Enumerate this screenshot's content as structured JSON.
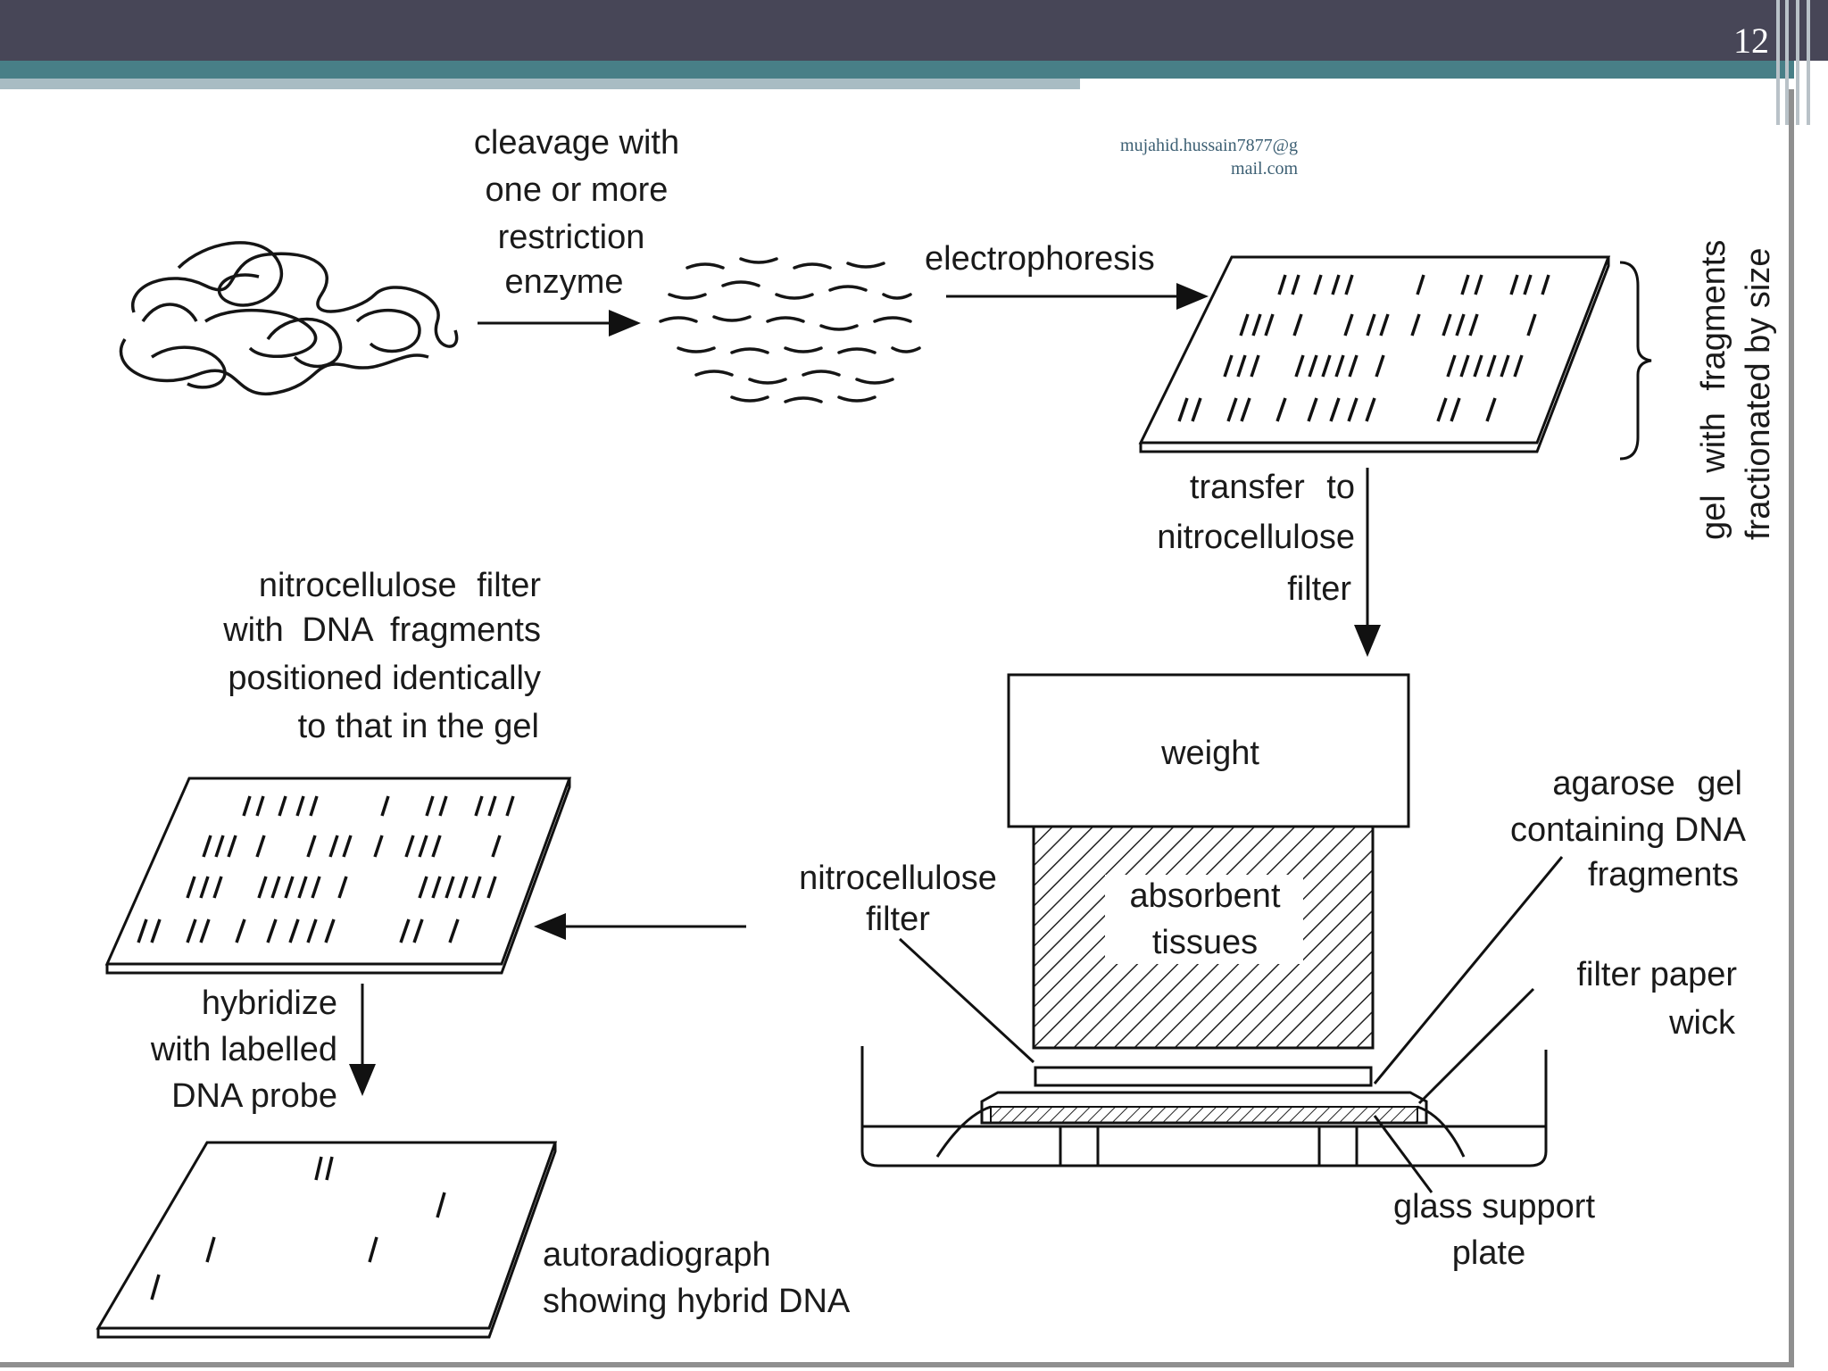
{
  "slide": {
    "number": "12",
    "email_line1": "mujahid.hussain7877@g",
    "email_line2": "mail.com",
    "colors": {
      "topbar": "#474657",
      "band": "#487f87",
      "band_light": "#a8bcc3",
      "email": "#3c5f73"
    }
  },
  "diagram": {
    "cleavage": [
      "cleavage with",
      "one or more",
      "restriction",
      "enzyme"
    ],
    "electrophoresis": "electrophoresis",
    "gel_note": [
      "gel with fragments",
      "fractionated by size"
    ],
    "transfer": [
      "transfer to",
      "nitrocellulose",
      "filter"
    ],
    "filter_note": [
      "nitrocellulose filter",
      "with DNA fragments",
      "positioned identically",
      "to that in the gel"
    ],
    "weight": "weight",
    "absorbent": [
      "absorbent",
      "tissues"
    ],
    "nitro_filter": [
      "nitrocellulose",
      "filter"
    ],
    "agarose": [
      "agarose gel",
      "containing DNA",
      "fragments"
    ],
    "filter_paper": [
      "filter paper",
      "wick"
    ],
    "glass": [
      "glass support",
      "plate"
    ],
    "hybridize": [
      "hybridize",
      "with labelled",
      "DNA probe"
    ],
    "autoradiograph": [
      "autoradiograph",
      "showing hybrid DNA"
    ]
  }
}
